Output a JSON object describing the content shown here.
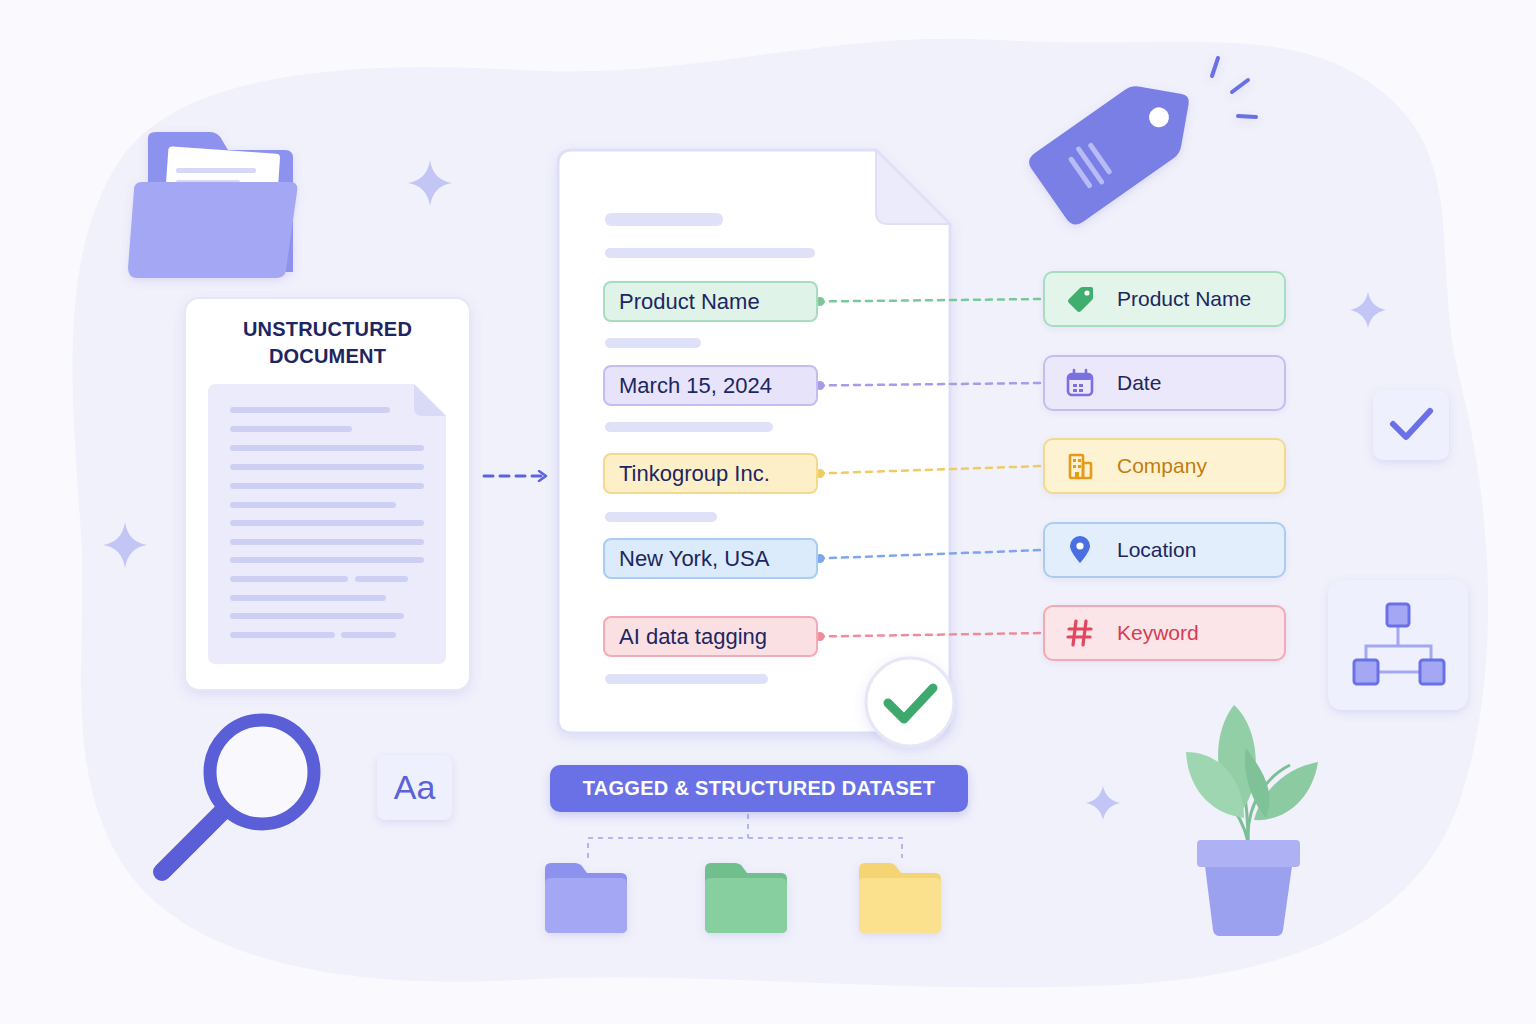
{
  "diagram": {
    "nodes": [
      {
        "text": [
          "UNSTRUCTURED DOCUMENT"
        ]
      },
      {
        "text": [
          "TAGGED & STRUCTURED DATASET"
        ]
      },
      {
        "text": [
          "Product Name"
        ],
        "in": 1
      },
      {
        "text": [
          "March 15, 2024"
        ],
        "in": 1
      },
      {
        "text": [
          "Tinkogroup Inc."
        ],
        "in": 1
      },
      {
        "text": [
          "New York, USA"
        ],
        "in": 1
      },
      {
        "text": [
          "AI data tagging"
        ],
        "in": 1
      },
      {
        "text": [
          "Product Name"
        ]
      },
      {
        "text": [
          "Date"
        ]
      },
      {
        "text": [
          "Company"
        ]
      },
      {
        "text": [
          "Location"
        ]
      },
      {
        "text": [
          "Keyword"
        ]
      },
      {
        "text": [
          "Aa"
        ]
      }
    ],
    "edges": [
      {
        "from": 0,
        "to": 1,
        "arrow": "to"
      },
      {
        "from": 2,
        "to": 7,
        "arrow": "none"
      },
      {
        "from": 3,
        "to": 8,
        "arrow": "none"
      },
      {
        "from": 4,
        "to": 9,
        "arrow": "none"
      },
      {
        "from": 5,
        "to": 10,
        "arrow": "none"
      },
      {
        "from": 6,
        "to": 11,
        "arrow": "none"
      }
    ]
  }
}
